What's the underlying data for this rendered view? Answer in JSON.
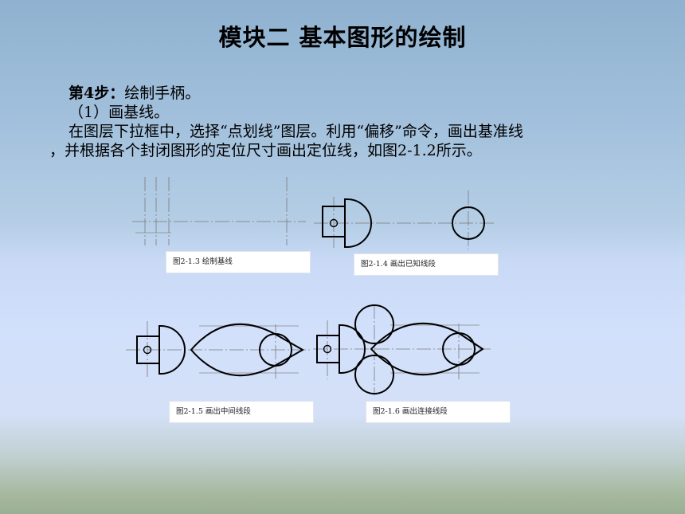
{
  "slide": {
    "title": "模块二  基本图形的绘制",
    "step_label": "第4步：",
    "step_text": "绘制手柄。",
    "sub_step": "（1）画基线。",
    "para_line1": "在图层下拉框中，选择“点划线”图层。利用“偏移”命令，画出基准线",
    "para_line2": "，并根据各个封闭图形的定位尺寸画出定位线，如图2-1.2所示。"
  },
  "figures": [
    {
      "caption": "图2-1.3  绘制基线"
    },
    {
      "caption": "图2-1.4  画出已知线段"
    },
    {
      "caption": "图2-1.5  画出中间线段"
    },
    {
      "caption": "图2-1.6  画出连接线段"
    }
  ]
}
